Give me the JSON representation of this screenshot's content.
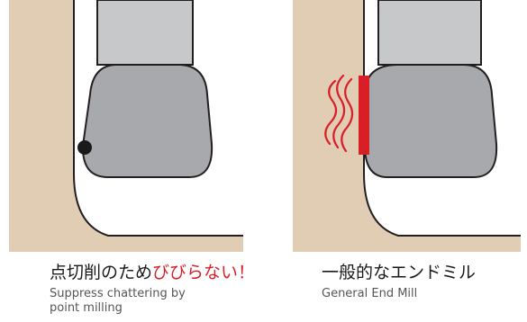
{
  "colors": {
    "workpiece": "#e1ccb4",
    "tool_body": "#a7a9ac",
    "tool_shank": "#c6c8ca",
    "outline": "#231f20",
    "chatter": "#d81f26",
    "contact_point": "#1a1a1a",
    "highlight_text": "#d81f26"
  },
  "icons": {
    "contact": "contact-point-icon",
    "vibration": "vibration-waves-icon"
  },
  "panels": [
    {
      "id": "point-milling",
      "title": "点切削のため",
      "title_highlight": "びびらない！",
      "subtitle_lines": [
        "Suppress chattering by",
        "point milling"
      ]
    },
    {
      "id": "general-end-mill",
      "title": "一般的なエンドミル",
      "title_highlight": "",
      "subtitle_lines": [
        "General End Mill"
      ]
    }
  ]
}
